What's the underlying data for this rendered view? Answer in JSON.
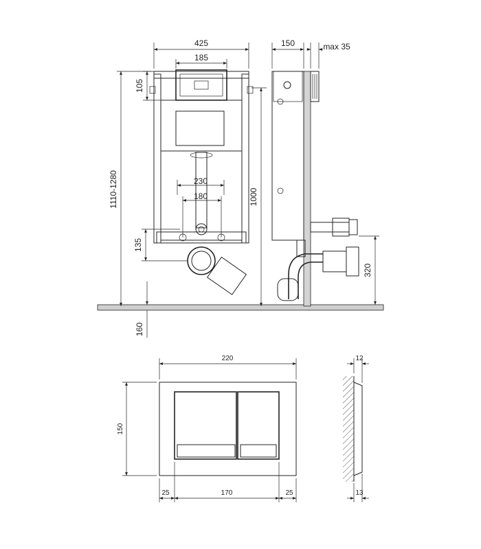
{
  "front_view": {
    "width_label": "425",
    "top_label": "185",
    "frame_top_label": "105",
    "height_range_label": "1110-1280",
    "inner_wide_label": "230",
    "inner_narrow_label": "180",
    "bottom_offset_label": "135",
    "total_height_label": "1000",
    "floor_depth_label": "160"
  },
  "side_view": {
    "depth_label": "150",
    "max_label": "max 35",
    "outlet_height_label": "320"
  },
  "flush_plate": {
    "width_label": "220",
    "height_label": "150",
    "left_margin_label": "25",
    "center_label": "170",
    "right_margin_label": "25",
    "top_thickness_label": "12",
    "bottom_thickness_label": "13"
  },
  "colors": {
    "line": "#222222",
    "floor": "#cfcfcf",
    "wall": "#d4d4d4",
    "hatch": "#555555"
  }
}
